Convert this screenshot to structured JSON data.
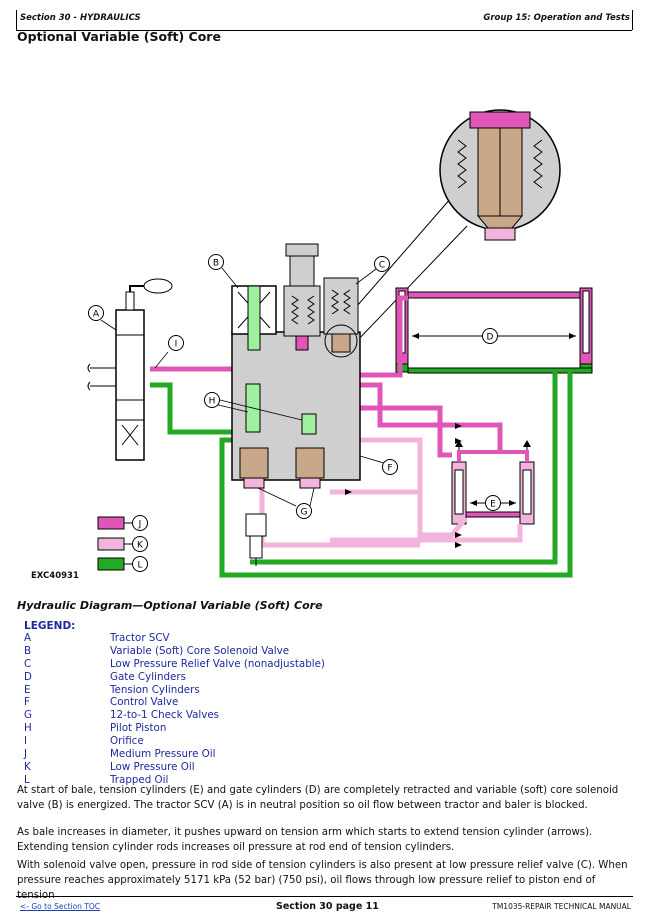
{
  "header": {
    "left": "Section 30 - HYDRAULICS",
    "right": "Group 15: Operation and Tests"
  },
  "title": "Optional Variable (Soft) Core",
  "figure_id": "EXC40931",
  "callouts": [
    "A",
    "B",
    "C",
    "D",
    "E",
    "F",
    "G",
    "H",
    "I",
    "J",
    "K",
    "L"
  ],
  "colors": {
    "medium_pressure": "#e055b8",
    "low_pressure": "#f2b3dc",
    "trapped": "#22aa22",
    "line": "#000000"
  },
  "caption": "Hydraulic Diagram—Optional Variable (Soft) Core",
  "legend": {
    "heading": "LEGEND:",
    "items": [
      {
        "key": "A",
        "label": "Tractor SCV"
      },
      {
        "key": "B",
        "label": "Variable (Soft) Core Solenoid Valve"
      },
      {
        "key": "C",
        "label": "Low Pressure Relief Valve (nonadjustable)"
      },
      {
        "key": "D",
        "label": "Gate Cylinders"
      },
      {
        "key": "E",
        "label": "Tension Cylinders"
      },
      {
        "key": "F",
        "label": "Control Valve"
      },
      {
        "key": "G",
        "label": "12-to-1 Check Valves"
      },
      {
        "key": "H",
        "label": "Pilot Piston"
      },
      {
        "key": "I",
        "label": "Orifice"
      },
      {
        "key": "J",
        "label": "Medium Pressure Oil"
      },
      {
        "key": "K",
        "label": "Low Pressure Oil"
      },
      {
        "key": "L",
        "label": "Trapped Oil"
      }
    ]
  },
  "paragraphs": [
    "At start of bale, tension cylinders (E) and gate cylinders (D) are completely retracted and variable (soft) core solenoid valve (B) is energized. The tractor SCV (A) is in neutral position so oil flow between tractor and baler is blocked.",
    "As bale increases in diameter, it pushes upward on tension arm which starts to extend tension cylinder (arrows). Extending tension cylinder rods increases oil pressure at rod end of tension cylinders.",
    "With solenoid valve open, pressure in rod side of tension cylinders is also present at low pressure relief valve (C). When pressure reaches approximately 5171 kPa (52 bar) (750 psi), oil flows through low pressure relief to piston end of tension"
  ],
  "footer": {
    "left": "<- Go to Section TOC",
    "center": "Section 30 page 11",
    "right": "TM1035-REPAIR TECHNICAL MANUAL"
  }
}
